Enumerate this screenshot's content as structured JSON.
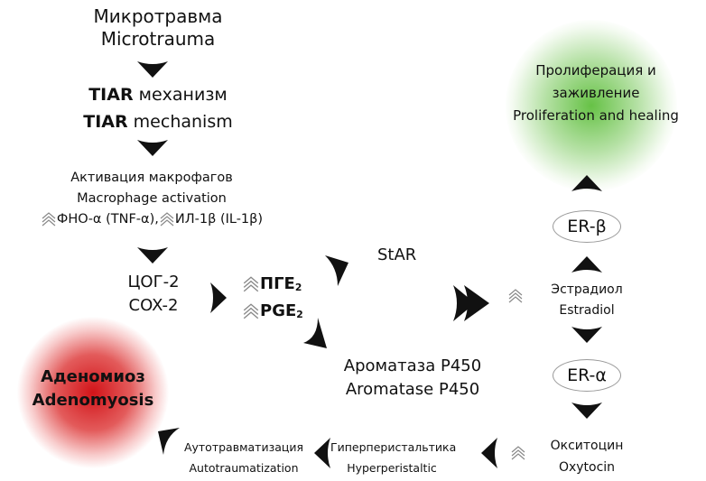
{
  "nodes": {
    "microtrauma": {
      "ru": "Микротравма",
      "en": "Microtrauma"
    },
    "tiar": {
      "bold": "TIAR",
      "ru": "механизм",
      "en": "mechanism"
    },
    "macrophage": {
      "ru": "Активация макрофагов",
      "en": "Macrophage activation",
      "tnf": "ФНО-α (TNF-α),",
      "il": "ИЛ-1β (IL-1β)"
    },
    "cox": {
      "ru": "ЦОГ-2",
      "en": "COX-2"
    },
    "pge": {
      "ru": "ПГЕ",
      "en": "PGE",
      "sub": "2"
    },
    "star": {
      "label": "StAR"
    },
    "aromatase": {
      "ru": "Ароматаза P450",
      "en": "Aromatase P450"
    },
    "estradiol": {
      "ru": "Эстрадиол",
      "en": "Estradiol"
    },
    "er_beta": {
      "label": "ER-β"
    },
    "er_alpha": {
      "label": "ER-α"
    },
    "proliferation": {
      "ru1": "Пролиферация и",
      "ru2": "заживление",
      "en": "Proliferation and healing"
    },
    "oxytocin": {
      "ru": "Окситоцин",
      "en": "Oxytocin"
    },
    "hyperperistaltic": {
      "ru": "Гиперперистальтика",
      "en": "Hyperperistaltic"
    },
    "autotrauma": {
      "ru": "Аутотравматизация",
      "en": "Autotraumatization"
    },
    "adenomyosis": {
      "ru": "Аденомиоз",
      "en": "Adenomyosis"
    }
  },
  "icons": {
    "increase": "double-chevron-up-icon",
    "arrow": "arrowhead-icon"
  },
  "colors": {
    "healing_glow": "#5ebe3c",
    "disease_glow": "#d21419",
    "arrow": "#111111",
    "increase_icon": "#888888"
  }
}
